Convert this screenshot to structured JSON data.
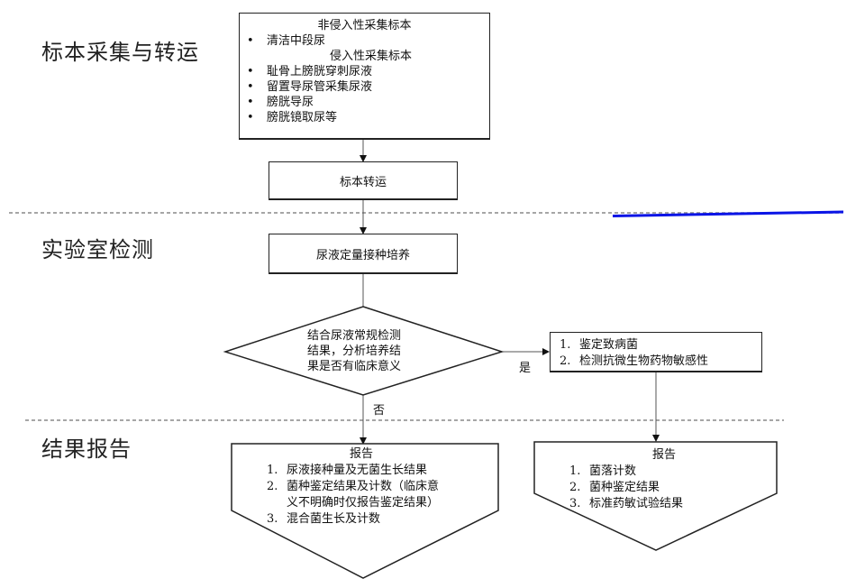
{
  "sections": [
    {
      "title": "标本采集与转运"
    },
    {
      "title": "实验室检测"
    },
    {
      "title": "结果报告"
    }
  ],
  "collection_box": {
    "noninvasive_header": "非侵入性采集标本",
    "noninvasive_items": [
      "清洁中段尿"
    ],
    "invasive_header": "侵入性采集标本",
    "invasive_items": [
      "耻骨上膀胱穿刺尿液",
      "留置导尿管采集尿液",
      "膀胱导尿",
      "膀胱镜取尿等"
    ],
    "bullet": "•"
  },
  "transport_box": {
    "label": "标本转运"
  },
  "culture_box": {
    "label": "尿液定量接种培养"
  },
  "decision": {
    "lines": [
      "结合尿液常规检测",
      "结果，分析培养结",
      "果是否有临床意义"
    ],
    "yes_label": "是",
    "no_label": "否"
  },
  "identify_box": {
    "items": [
      {
        "num": "1.",
        "text": "鉴定致病菌"
      },
      {
        "num": "2.",
        "text": "检测抗微生物药物敏感性"
      }
    ]
  },
  "report_left": {
    "title": "报告",
    "items": [
      {
        "num": "1.",
        "text": "尿液接种量及无菌生长结果"
      },
      {
        "num": "2.",
        "text": "菌种鉴定结果及计数（临床意",
        "cont": "义不明确时仅报告鉴定结果）"
      },
      {
        "num": "3.",
        "text": "混合菌生长及计数"
      }
    ]
  },
  "report_right": {
    "title": "报告",
    "items": [
      {
        "num": "1.",
        "text": "菌落计数"
      },
      {
        "num": "2.",
        "text": "菌种鉴定结果"
      },
      {
        "num": "3.",
        "text": "标准药敏试验结果"
      }
    ]
  },
  "colors": {
    "line": "#222222",
    "divider": "#888888",
    "annotation": "#0a14e6"
  }
}
